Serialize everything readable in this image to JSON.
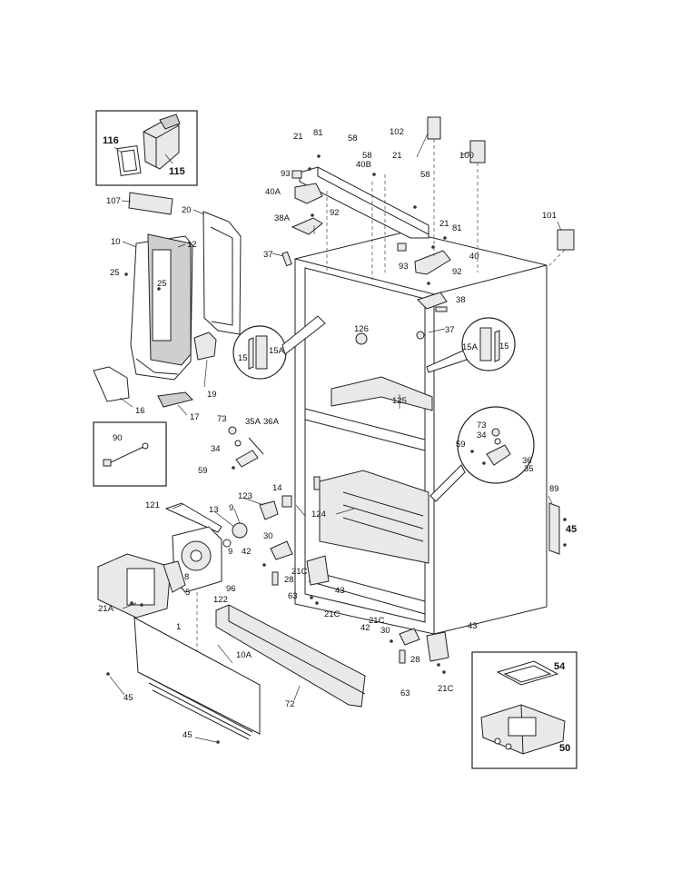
{
  "callouts": [
    {
      "id": "c116",
      "text": "116"
    },
    {
      "id": "c115",
      "text": "115"
    },
    {
      "id": "c107",
      "text": "107"
    },
    {
      "id": "c20",
      "text": "20"
    },
    {
      "id": "c10",
      "text": "10"
    },
    {
      "id": "c12",
      "text": "12"
    },
    {
      "id": "c25a",
      "text": "25"
    },
    {
      "id": "c25b",
      "text": "25"
    },
    {
      "id": "c19",
      "text": "19"
    },
    {
      "id": "c16",
      "text": "16"
    },
    {
      "id": "c17",
      "text": "17"
    },
    {
      "id": "c90",
      "text": "90"
    },
    {
      "id": "c73a",
      "text": "73"
    },
    {
      "id": "c35A",
      "text": "35A"
    },
    {
      "id": "c36A",
      "text": "36A"
    },
    {
      "id": "c34a",
      "text": "34"
    },
    {
      "id": "c59a",
      "text": "59"
    },
    {
      "id": "c121",
      "text": "121"
    },
    {
      "id": "c13",
      "text": "13"
    },
    {
      "id": "c9a",
      "text": "9"
    },
    {
      "id": "c123",
      "text": "123"
    },
    {
      "id": "c9b",
      "text": "9"
    },
    {
      "id": "c8",
      "text": "8"
    },
    {
      "id": "c5",
      "text": "5"
    },
    {
      "id": "c96",
      "text": "96"
    },
    {
      "id": "c122",
      "text": "122"
    },
    {
      "id": "c21Aa",
      "text": "21A"
    },
    {
      "id": "c1",
      "text": "1"
    },
    {
      "id": "c10A",
      "text": "10A"
    },
    {
      "id": "c45a",
      "text": "45"
    },
    {
      "id": "c45b",
      "text": "45"
    },
    {
      "id": "c72",
      "text": "72"
    },
    {
      "id": "c14",
      "text": "14"
    },
    {
      "id": "c30a",
      "text": "30"
    },
    {
      "id": "c42a",
      "text": "42"
    },
    {
      "id": "c21Ca",
      "text": "21C"
    },
    {
      "id": "c28a",
      "text": "28"
    },
    {
      "id": "c43a",
      "text": "43"
    },
    {
      "id": "c63a",
      "text": "63"
    },
    {
      "id": "c21Cb",
      "text": "21C"
    },
    {
      "id": "c21Cc",
      "text": "21C"
    },
    {
      "id": "c42b",
      "text": "42"
    },
    {
      "id": "c30b",
      "text": "30"
    },
    {
      "id": "c43b",
      "text": "43"
    },
    {
      "id": "c28b",
      "text": "28"
    },
    {
      "id": "c63b",
      "text": "63"
    },
    {
      "id": "c21Cd",
      "text": "21C"
    },
    {
      "id": "c124",
      "text": "124"
    },
    {
      "id": "c125",
      "text": "125"
    },
    {
      "id": "c126",
      "text": "126"
    },
    {
      "id": "c37a",
      "text": "37"
    },
    {
      "id": "c37b",
      "text": "37"
    },
    {
      "id": "c15Aa",
      "text": "15A"
    },
    {
      "id": "c15a",
      "text": "15"
    },
    {
      "id": "c15Ab",
      "text": "15A"
    },
    {
      "id": "c15b",
      "text": "15"
    },
    {
      "id": "c21a",
      "text": "21"
    },
    {
      "id": "c81a",
      "text": "81"
    },
    {
      "id": "c58a",
      "text": "58"
    },
    {
      "id": "c58b",
      "text": "58"
    },
    {
      "id": "c21b",
      "text": "21"
    },
    {
      "id": "c40B",
      "text": "40B"
    },
    {
      "id": "c93a",
      "text": "93"
    },
    {
      "id": "c40A",
      "text": "40A"
    },
    {
      "id": "c92a",
      "text": "92"
    },
    {
      "id": "c38A",
      "text": "38A"
    },
    {
      "id": "c58c",
      "text": "58"
    },
    {
      "id": "c21c",
      "text": "21"
    },
    {
      "id": "c81b",
      "text": "81"
    },
    {
      "id": "c93b",
      "text": "93"
    },
    {
      "id": "c40",
      "text": "40"
    },
    {
      "id": "c92b",
      "text": "92"
    },
    {
      "id": "c38",
      "text": "38"
    },
    {
      "id": "c102",
      "text": "102"
    },
    {
      "id": "c100",
      "text": "100"
    },
    {
      "id": "c101",
      "text": "101"
    },
    {
      "id": "c73b",
      "text": "73"
    },
    {
      "id": "c34b",
      "text": "34"
    },
    {
      "id": "c59b",
      "text": "59"
    },
    {
      "id": "c36",
      "text": "36"
    },
    {
      "id": "c35",
      "text": "35"
    },
    {
      "id": "c89",
      "text": "89"
    },
    {
      "id": "c45c",
      "text": "45"
    },
    {
      "id": "c54",
      "text": "54"
    },
    {
      "id": "c50",
      "text": "50"
    }
  ]
}
